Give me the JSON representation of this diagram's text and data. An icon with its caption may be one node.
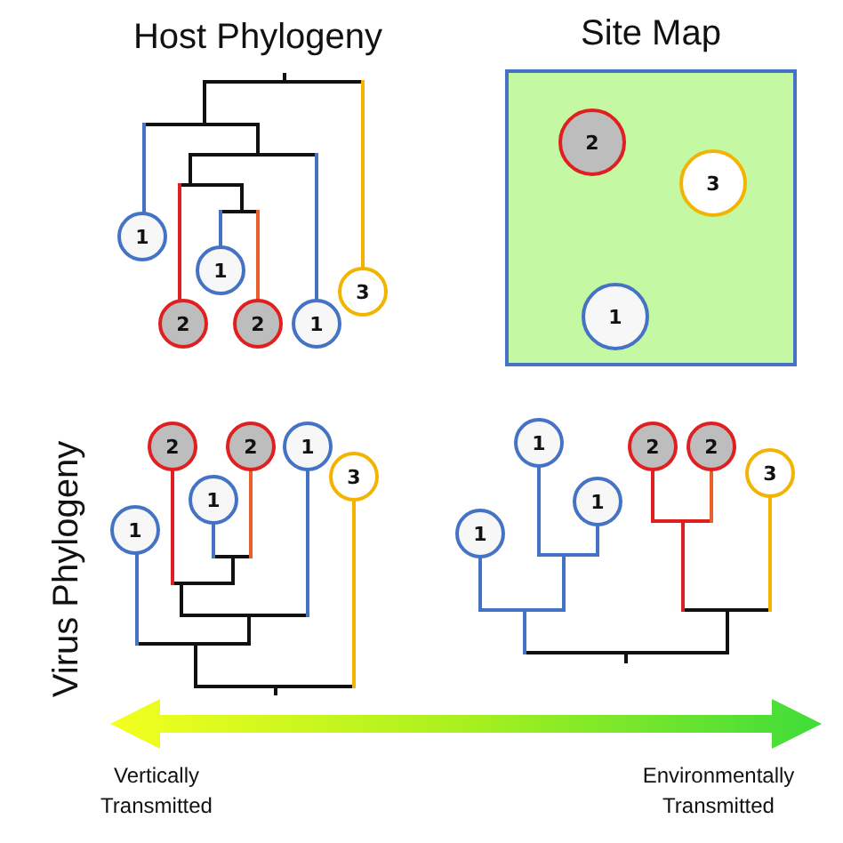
{
  "diagram": {
    "nodes": [
      {
        "text": [
          "1"
        ]
      },
      {
        "text": [
          "1"
        ]
      },
      {
        "text": [
          "2"
        ]
      },
      {
        "text": [
          "2"
        ]
      },
      {
        "text": [
          "1"
        ]
      },
      {
        "text": [
          "3"
        ]
      },
      {
        "text": [
          "Site Map"
        ]
      },
      {
        "text": [
          "2"
        ],
        "in": 6
      },
      {
        "text": [
          "3"
        ],
        "in": 6
      },
      {
        "text": [
          "1"
        ],
        "in": 6
      },
      {
        "text": [
          "1"
        ]
      },
      {
        "text": [
          "2"
        ]
      },
      {
        "text": [
          "1"
        ]
      },
      {
        "text": [
          "2"
        ]
      },
      {
        "text": [
          "1"
        ]
      },
      {
        "text": [
          "3"
        ]
      },
      {
        "text": [
          "1"
        ]
      },
      {
        "text": [
          "1"
        ]
      },
      {
        "text": [
          "1"
        ]
      },
      {
        "text": [
          "2"
        ]
      },
      {
        "text": [
          "2"
        ]
      },
      {
        "text": [
          "3"
        ]
      }
    ],
    "labels": [
      "Host Phylogeny",
      "Virus Phylogeny",
      "Vertically Transmitted",
      "Environmentally Transmitted"
    ]
  }
}
